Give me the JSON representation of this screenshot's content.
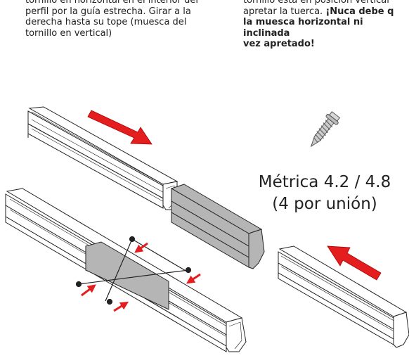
{
  "text_left": {
    "line1": "tornillo en horizontal en el interior del",
    "line2": "perfil por la guía estrecha. Girar a la",
    "line3": "derecha hasta su tope (muesca del",
    "line4": "tornillo en vertical)"
  },
  "text_right": {
    "line1": "tornillo está en posición vertical",
    "line2_normal": "apretar la tuerca. ",
    "line2_bold": "¡Nuca debe q",
    "line3_bold": "la muesca horizontal ni inclinada",
    "line4_bold": "vez apretado!"
  },
  "screw_spec": {
    "line1": "Métrica 4.2 / 4.8",
    "line2": "(4 por unión)"
  },
  "colors": {
    "arrow": "#e41e1e",
    "connector": "#b5b5b5",
    "profile_stroke": "#222222"
  },
  "icons": {
    "screw": "self-tapping-screw-icon",
    "arrow": "assembly-direction-arrow"
  }
}
